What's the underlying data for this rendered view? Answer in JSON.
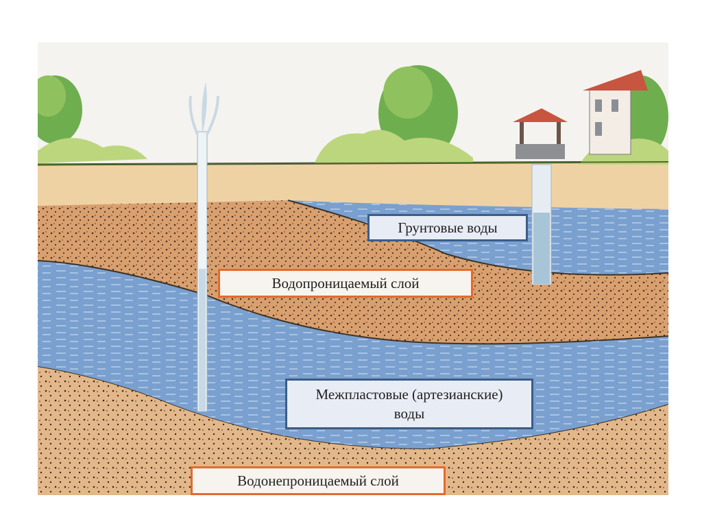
{
  "labels": {
    "groundwater": "Грунтовые воды",
    "permeable_layer": "Водопроницаемый слой",
    "artesian_line1": "Межпластовые (артезианские)",
    "artesian_line2": "воды",
    "impermeable_layer": "Водонепроницаемый слой"
  },
  "colors": {
    "sky": "#f4f3ef",
    "topsoil": "#efd2a4",
    "permeable_soil": "#d9a06f",
    "impermeable_soil": "#e2b78a",
    "water": "#7aa0cf",
    "water_line": "#c7d8ee",
    "tree_light": "#bcd67e",
    "tree_dark": "#6fae4f",
    "grass": "#4d6b2c",
    "box_border_blue": "#3a5d89",
    "box_border_orange": "#e36a2e"
  },
  "icons": [
    "tree-icon",
    "house-icon",
    "well-icon",
    "fountain-icon"
  ]
}
